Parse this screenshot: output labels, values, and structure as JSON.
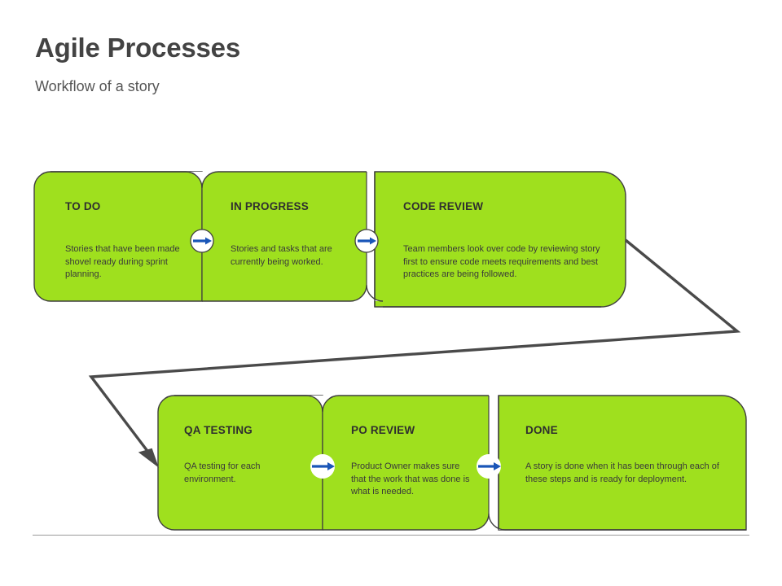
{
  "header": {
    "title": "Agile Processes",
    "subtitle": "Workflow of a story"
  },
  "colors": {
    "card_fill": "#9fe01e",
    "card_stroke": "#3f3f3f",
    "arrow_blue": "#1a56b8",
    "connector_gray": "#4a4a4a",
    "title_gray": "#434343",
    "rule_gray": "#9a9a9a",
    "page_background": "#ffffff"
  },
  "diagram": {
    "rows": [
      {
        "row_name": "top-row",
        "cards": [
          {
            "key": "to-do",
            "title": "TO DO",
            "description": "Stories that have been made shovel ready during sprint planning."
          },
          {
            "key": "in-progress",
            "title": "IN PROGRESS",
            "description": "Stories and tasks that are currently being worked."
          },
          {
            "key": "code-review",
            "title": "CODE REVIEW",
            "description": "Team members look over code by reviewing story first to ensure code meets requirements and best practices are being followed."
          }
        ]
      },
      {
        "row_name": "bottom-row",
        "cards": [
          {
            "key": "qa-testing",
            "title": "QA TESTING",
            "description": "QA testing for each environment."
          },
          {
            "key": "po-review",
            "title": "PO REVIEW",
            "description": "Product Owner makes sure that the work that was done is what is needed."
          },
          {
            "key": "done",
            "title": "DONE",
            "description": "A story is done when it has been through each of these steps and is ready for deployment."
          }
        ]
      }
    ],
    "connectors": [
      {
        "key": "to-do-to-in-progress",
        "icon": "arrow-right-icon"
      },
      {
        "key": "in-progress-to-code-review",
        "icon": "arrow-right-icon"
      },
      {
        "key": "code-review-to-qa-testing",
        "icon": "wrap-arrow-icon"
      },
      {
        "key": "qa-testing-to-po-review",
        "icon": "arrow-right-icon"
      },
      {
        "key": "po-review-to-done",
        "icon": "arrow-right-icon"
      }
    ]
  }
}
